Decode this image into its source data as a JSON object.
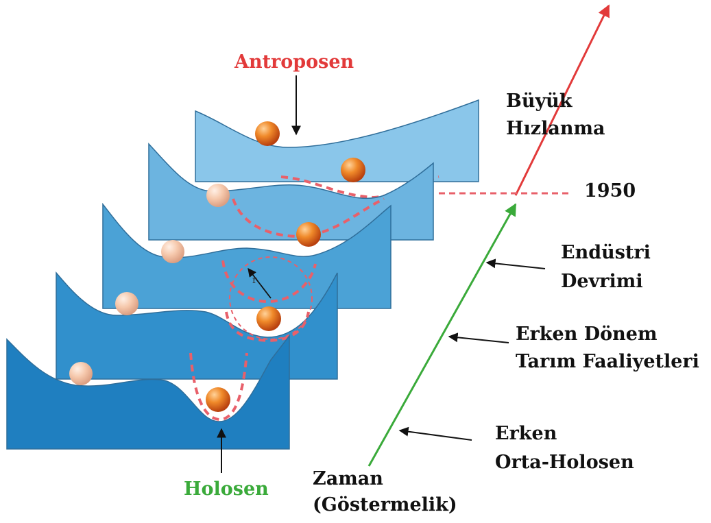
{
  "labels": {
    "antroposen": "Antroposen",
    "holosen": "Holosen",
    "buyuk_hizlanma": [
      "Büyük",
      "Hızlanma"
    ],
    "year_1950": "1950",
    "endustri_devrimi": [
      "Endüstri",
      "Devrimi"
    ],
    "erken_donem": [
      "Erken Dönem",
      "Tarım Faaliyetleri"
    ],
    "erken_orta_holosen": [
      "Erken",
      "Orta-Holosen"
    ],
    "zaman": [
      "Zaman",
      "(Göstermelik)"
    ],
    "radius_symbol": "r"
  },
  "colors": {
    "red_accent": "#e23a3a",
    "green_arrow": "#3aaa3a",
    "ball_orange": "#e8661c",
    "ball_faded": "#f4c2a6",
    "dashed_well": "#e8606a",
    "panel_colors": [
      "#1f7fc0",
      "#3190cc",
      "#4ba2d6",
      "#6cb4e0",
      "#8ac6ea"
    ]
  }
}
